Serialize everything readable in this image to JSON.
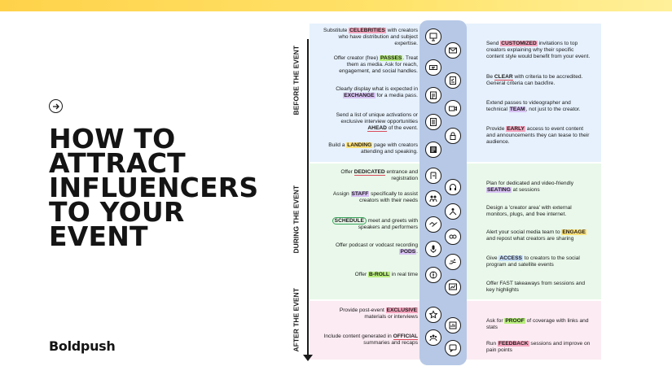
{
  "title_lines": [
    "HOW TO",
    "ATTRACT",
    "INFLUENCERS",
    "TO YOUR",
    "EVENT"
  ],
  "brand": "Boldpush",
  "phases": {
    "before": "BEFORE THE EVENT",
    "during": "DURING THE EVENT",
    "after": "AFTER THE EVENT"
  },
  "items": {
    "b_l1": {
      "pre": "Substitute ",
      "hl": "CELEBRITIES",
      "post": " with creators who have distribution and subject expertise."
    },
    "b_l2": {
      "pre": "Offer creator (free) ",
      "hl": "PASSES",
      "post": ". Treat them as media. Ask for reach, engagement, and social handles."
    },
    "b_l3": {
      "pre": "Clearly display what is expected in ",
      "hl": "EXCHANGE",
      "post": " for a media pass."
    },
    "b_l4": {
      "pre": "Send a list of unique activations or exclusive interview opportunities ",
      "hl": "AHEAD",
      "post": " of the event."
    },
    "b_l5": {
      "pre": "Build a ",
      "hl": "LANDING",
      "post": " page with creators attending and speaking."
    },
    "b_r1": {
      "pre": "Send ",
      "hl": "CUSTOMIZED",
      "post": " invitations to top creators explaining why their specific content style would benefit from your event."
    },
    "b_r2": {
      "pre": "Be ",
      "hl": "CLEAR",
      "post": " with criteria to be accredited. General criteria can backfire."
    },
    "b_r3": {
      "pre": "Extend passes to videographer and technical ",
      "hl": "TEAM",
      "post": ", not just to the creator."
    },
    "b_r4": {
      "pre": "Provide ",
      "hl": "EARLY",
      "post": " access to event content and announcements they can tease to their audience."
    },
    "d_l1": {
      "pre": "Offer ",
      "hl": "DEDICATED",
      "post": " entrance and registration"
    },
    "d_l2": {
      "pre": "Assign ",
      "hl": "STAFF",
      "post": " specifically to assist creators with their needs"
    },
    "d_l3": {
      "pre": "",
      "hl": "SCHEDULE",
      "post": " meet and greets with speakers and performers"
    },
    "d_l4": {
      "pre": "Offer podcast or vodcast recording ",
      "hl": "PODS",
      "post": "."
    },
    "d_l5": {
      "pre": "Offer ",
      "hl": "B-ROLL",
      "post": " in real time"
    },
    "d_r1": {
      "pre": "Plan for dedicated and video-friendly ",
      "hl": "SEATING",
      "post": " at sessions"
    },
    "d_r2": {
      "pre": "Design a 'creator area' with external monitors, plugs, and free internet.",
      "hl": "",
      "post": ""
    },
    "d_r3": {
      "pre": "Alert your social media team to ",
      "hl": "ENGAGE",
      "post": " and repost what creators are sharing"
    },
    "d_r4": {
      "pre": "Give ",
      "hl": "ACCESS",
      "post": " to creators to the social program and satellite events"
    },
    "d_r5": {
      "pre": "Offer FAST takeaways from sessions and key highlights",
      "hl": "",
      "post": ""
    },
    "a_l1": {
      "pre": "Provide post-event ",
      "hl": "EXCLUSIVE",
      "post": " materials or interviews"
    },
    "a_l2": {
      "pre": "Include content generated in ",
      "hl": "OFFICIAL",
      "post": " summaries and recaps"
    },
    "a_r1": {
      "pre": "Ask for ",
      "hl": "PROOF",
      "post": " of coverage with links and stats"
    },
    "a_r2": {
      "pre": "Run ",
      "hl": "FEEDBACK",
      "post": " sessions and improve on pain points"
    }
  },
  "icons": [
    "presenter-icon",
    "envelope-icon",
    "ticket-icon",
    "checklist-icon",
    "clipboard-icon",
    "camera-icon",
    "list-icon",
    "lock-icon",
    "landing-page-icon",
    "entrance-icon",
    "headset-icon",
    "people-icon",
    "workspace-icon",
    "handshake-icon",
    "chat-icon",
    "microphone-icon",
    "access-hand-icon",
    "film-reel-icon",
    "chart-icon",
    "star-award-icon",
    "report-icon",
    "group-icon",
    "feedback-icon"
  ],
  "colors": {
    "before_band": "#e6f1fd",
    "during_band": "#e9f8ea",
    "after_band": "#fcebf3",
    "spine": "#b7c8e6",
    "highlight_pink": "#f6a6bf",
    "highlight_green": "#b8ee7c",
    "highlight_purple": "#d9c3f5",
    "highlight_yellow": "#ffe27a"
  }
}
